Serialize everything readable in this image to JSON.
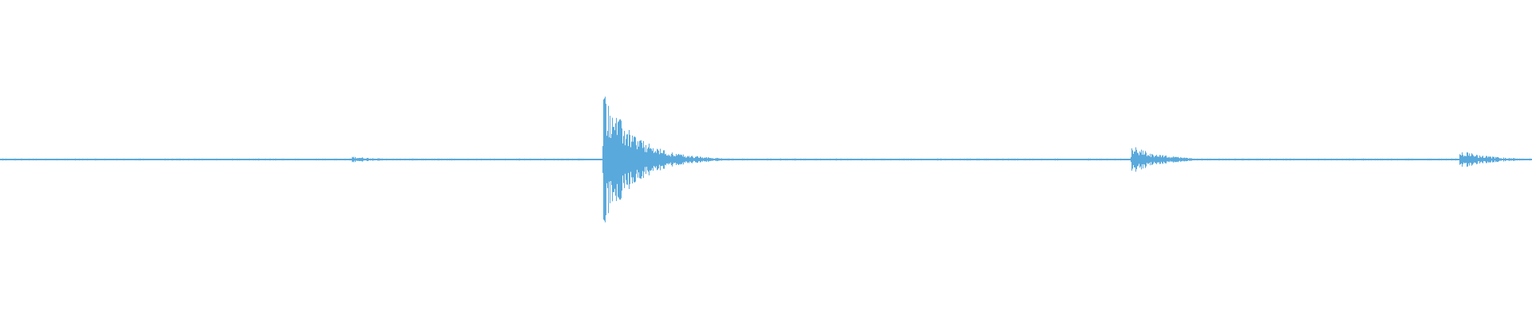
{
  "waveform": {
    "color": "#5aa9dc",
    "background": "#ffffff",
    "duration_fraction_events": [
      {
        "position": 0.2297,
        "amplitude": 0.02,
        "decay": 0.018
      },
      {
        "position": 0.3195,
        "amplitude": 0.004,
        "decay": 0.01
      },
      {
        "position": 0.3938,
        "amplitude": 0.44,
        "decay": 0.02
      },
      {
        "position": 0.7385,
        "amplitude": 0.09,
        "decay": 0.018
      },
      {
        "position": 0.9528,
        "amplitude": 0.06,
        "decay": 0.018
      }
    ],
    "noise_floor": 0.004
  }
}
